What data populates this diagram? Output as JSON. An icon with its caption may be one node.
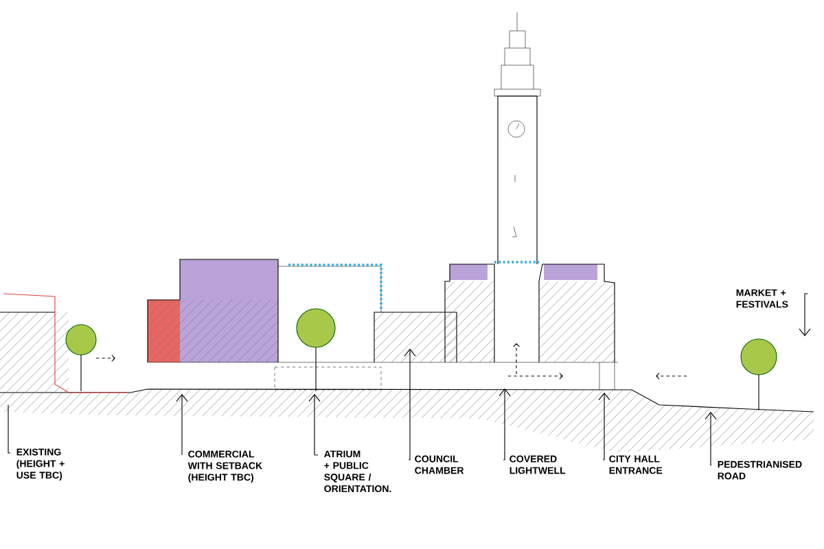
{
  "diagram": {
    "nodes": [
      {
        "text": [
          "EXISTING (HEIGHT + USE TBC)"
        ]
      },
      {
        "text": [
          "COMMERCIAL WITH SETBACK (HEIGHT TBC)"
        ]
      },
      {
        "text": [
          "ATRIUM + PUBLIC SQUARE / ORIENTATION."
        ]
      },
      {
        "text": [
          "COUNCIL CHAMBER"
        ]
      },
      {
        "text": [
          "COVERED LIGHTWELL"
        ]
      },
      {
        "text": [
          "CITY HALL ENTRANCE"
        ]
      },
      {
        "text": [
          "PEDESTRIANISED ROAD"
        ]
      },
      {
        "text": [
          "MARKET + FESTIVALS"
        ]
      }
    ],
    "edges": [
      {
        "from": 0,
        "to": null,
        "arrow": "none"
      },
      {
        "from": 1,
        "to": null,
        "arrow": "to"
      },
      {
        "from": 2,
        "to": null,
        "arrow": "to"
      },
      {
        "from": 3,
        "to": null,
        "arrow": "to"
      },
      {
        "from": 4,
        "to": null,
        "arrow": "to"
      },
      {
        "from": 5,
        "to": null,
        "arrow": "to"
      },
      {
        "from": 6,
        "to": null,
        "arrow": "to"
      },
      {
        "from": 7,
        "to": null,
        "arrow": "to"
      }
    ]
  }
}
